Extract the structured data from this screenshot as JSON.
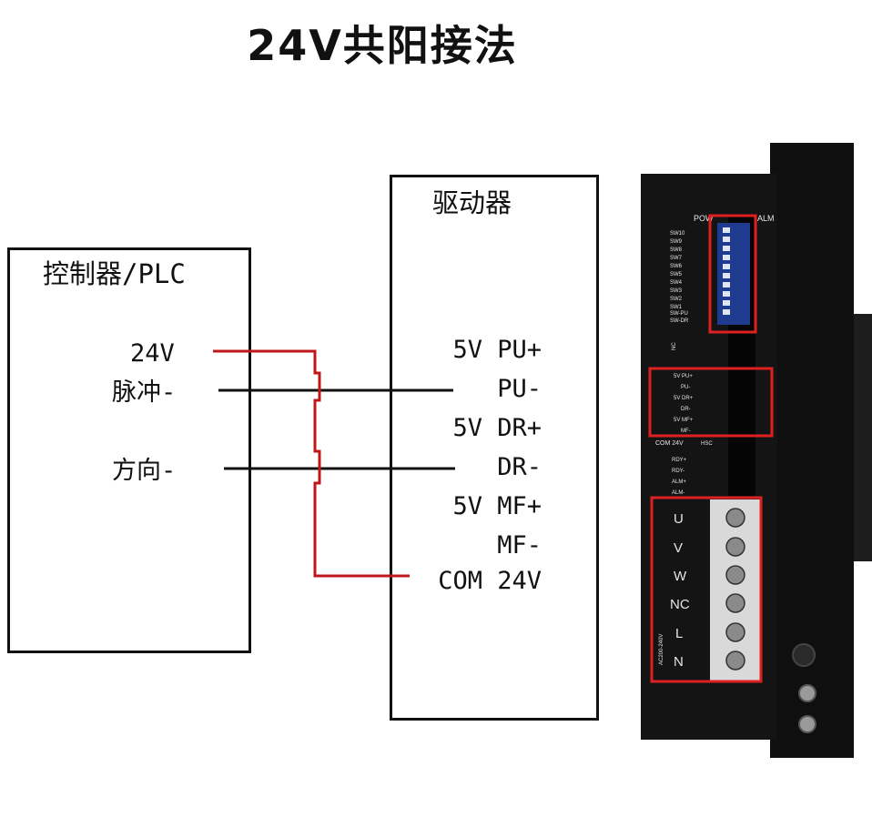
{
  "title": "24V共阳接法",
  "controller": {
    "title": "控制器/PLC",
    "pins": [
      "24V",
      "脉冲-",
      "方向-"
    ]
  },
  "driver": {
    "title": "驱动器",
    "pins": [
      "5V PU+",
      "PU-",
      "5V DR+",
      "DR-",
      "5V MF+",
      "MF-",
      "COM 24V"
    ]
  },
  "photo": {
    "top_label": "POW",
    "top_label_right": "ALM",
    "switches": [
      "SW10",
      "SW9",
      "SW8",
      "SW7",
      "SW6",
      "SW5",
      "SW4",
      "SW3",
      "SW2",
      "SW1"
    ],
    "switch_extra": [
      "SW-PU",
      "SW-DR"
    ],
    "nc_label": "NC",
    "signal_pins": [
      "5V PU+",
      "PU-",
      "5V DR+",
      "DR-",
      "5V MF+",
      "MF-"
    ],
    "com_label": "COM 24V",
    "hsc_label": "HSC",
    "output_pins": [
      "RDY+",
      "RDY-",
      "ALM+",
      "ALM-"
    ],
    "power_pins": [
      "U",
      "V",
      "W",
      "NC",
      "L",
      "N"
    ],
    "ac_label": "AC200-240V"
  },
  "colors": {
    "wire_red": "#c0171b",
    "wire_black": "#111111",
    "highlight_box": "#e02020",
    "device_body": "#141414"
  }
}
